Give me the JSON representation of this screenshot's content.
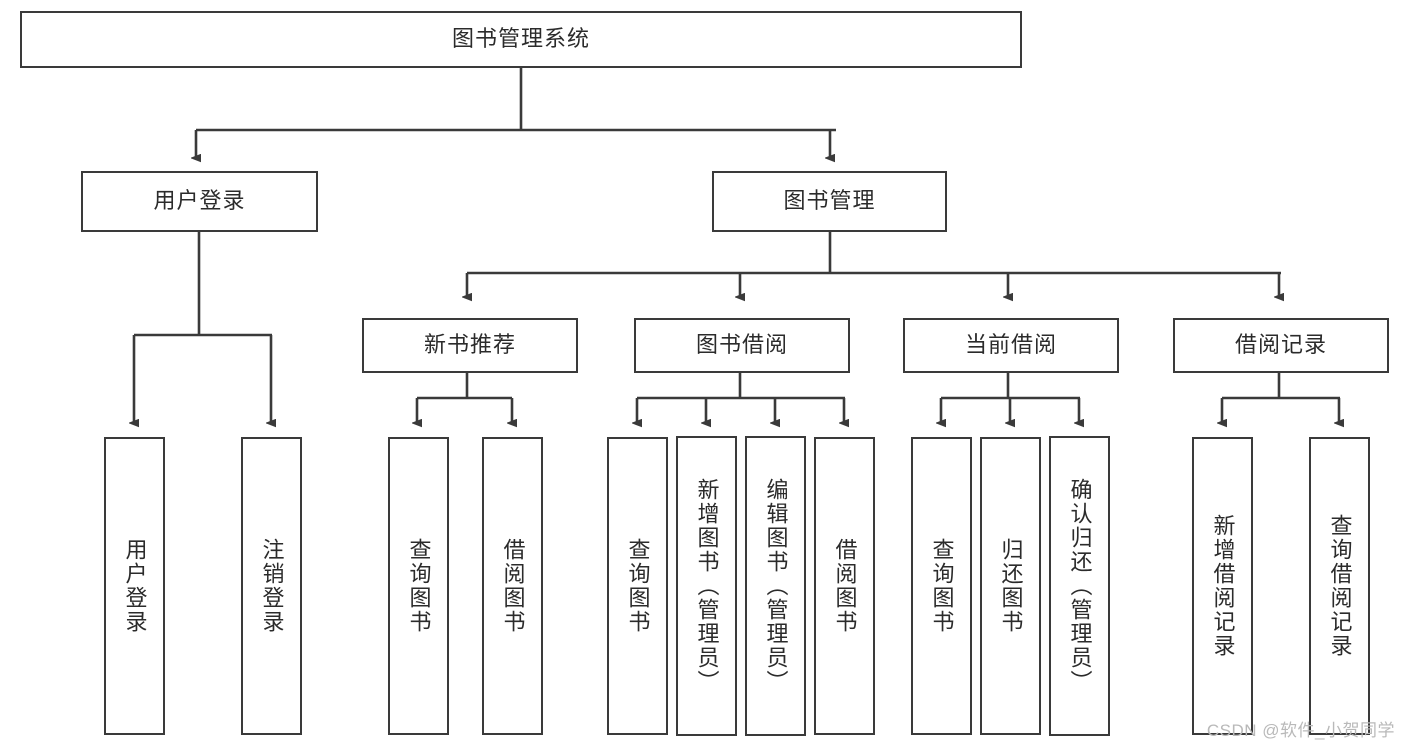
{
  "diagram": {
    "title": "图书管理系统",
    "watermark": "CSDN @软件_小贺同学",
    "colors": {
      "stroke": "#3a3a3a",
      "text": "#2b2b2b",
      "background": "#ffffff",
      "watermark": "#b9b9b9"
    },
    "nodes": {
      "root": {
        "label": "图书管理系统"
      },
      "level2": [
        {
          "label": "用户登录"
        },
        {
          "label": "图书管理"
        }
      ],
      "level3": [
        {
          "label": "新书推荐"
        },
        {
          "label": "图书借阅"
        },
        {
          "label": "当前借阅"
        },
        {
          "label": "借阅记录"
        }
      ],
      "leaves": {
        "user_login": [
          {
            "label": "用户登录"
          },
          {
            "label": "注销登录"
          }
        ],
        "new_book_recommend": [
          {
            "label": "查询图书"
          },
          {
            "label": "借阅图书"
          }
        ],
        "book_borrow": [
          {
            "label": "查询图书"
          },
          {
            "label": "新增图书（管理员）"
          },
          {
            "label": "编辑图书（管理员）"
          },
          {
            "label": "借阅图书"
          }
        ],
        "current_borrow": [
          {
            "label": "查询图书"
          },
          {
            "label": "归还图书"
          },
          {
            "label": "确认归还（管理员）"
          }
        ],
        "borrow_record": [
          {
            "label": "新增借阅记录"
          },
          {
            "label": "查询借阅记录"
          }
        ]
      }
    }
  }
}
